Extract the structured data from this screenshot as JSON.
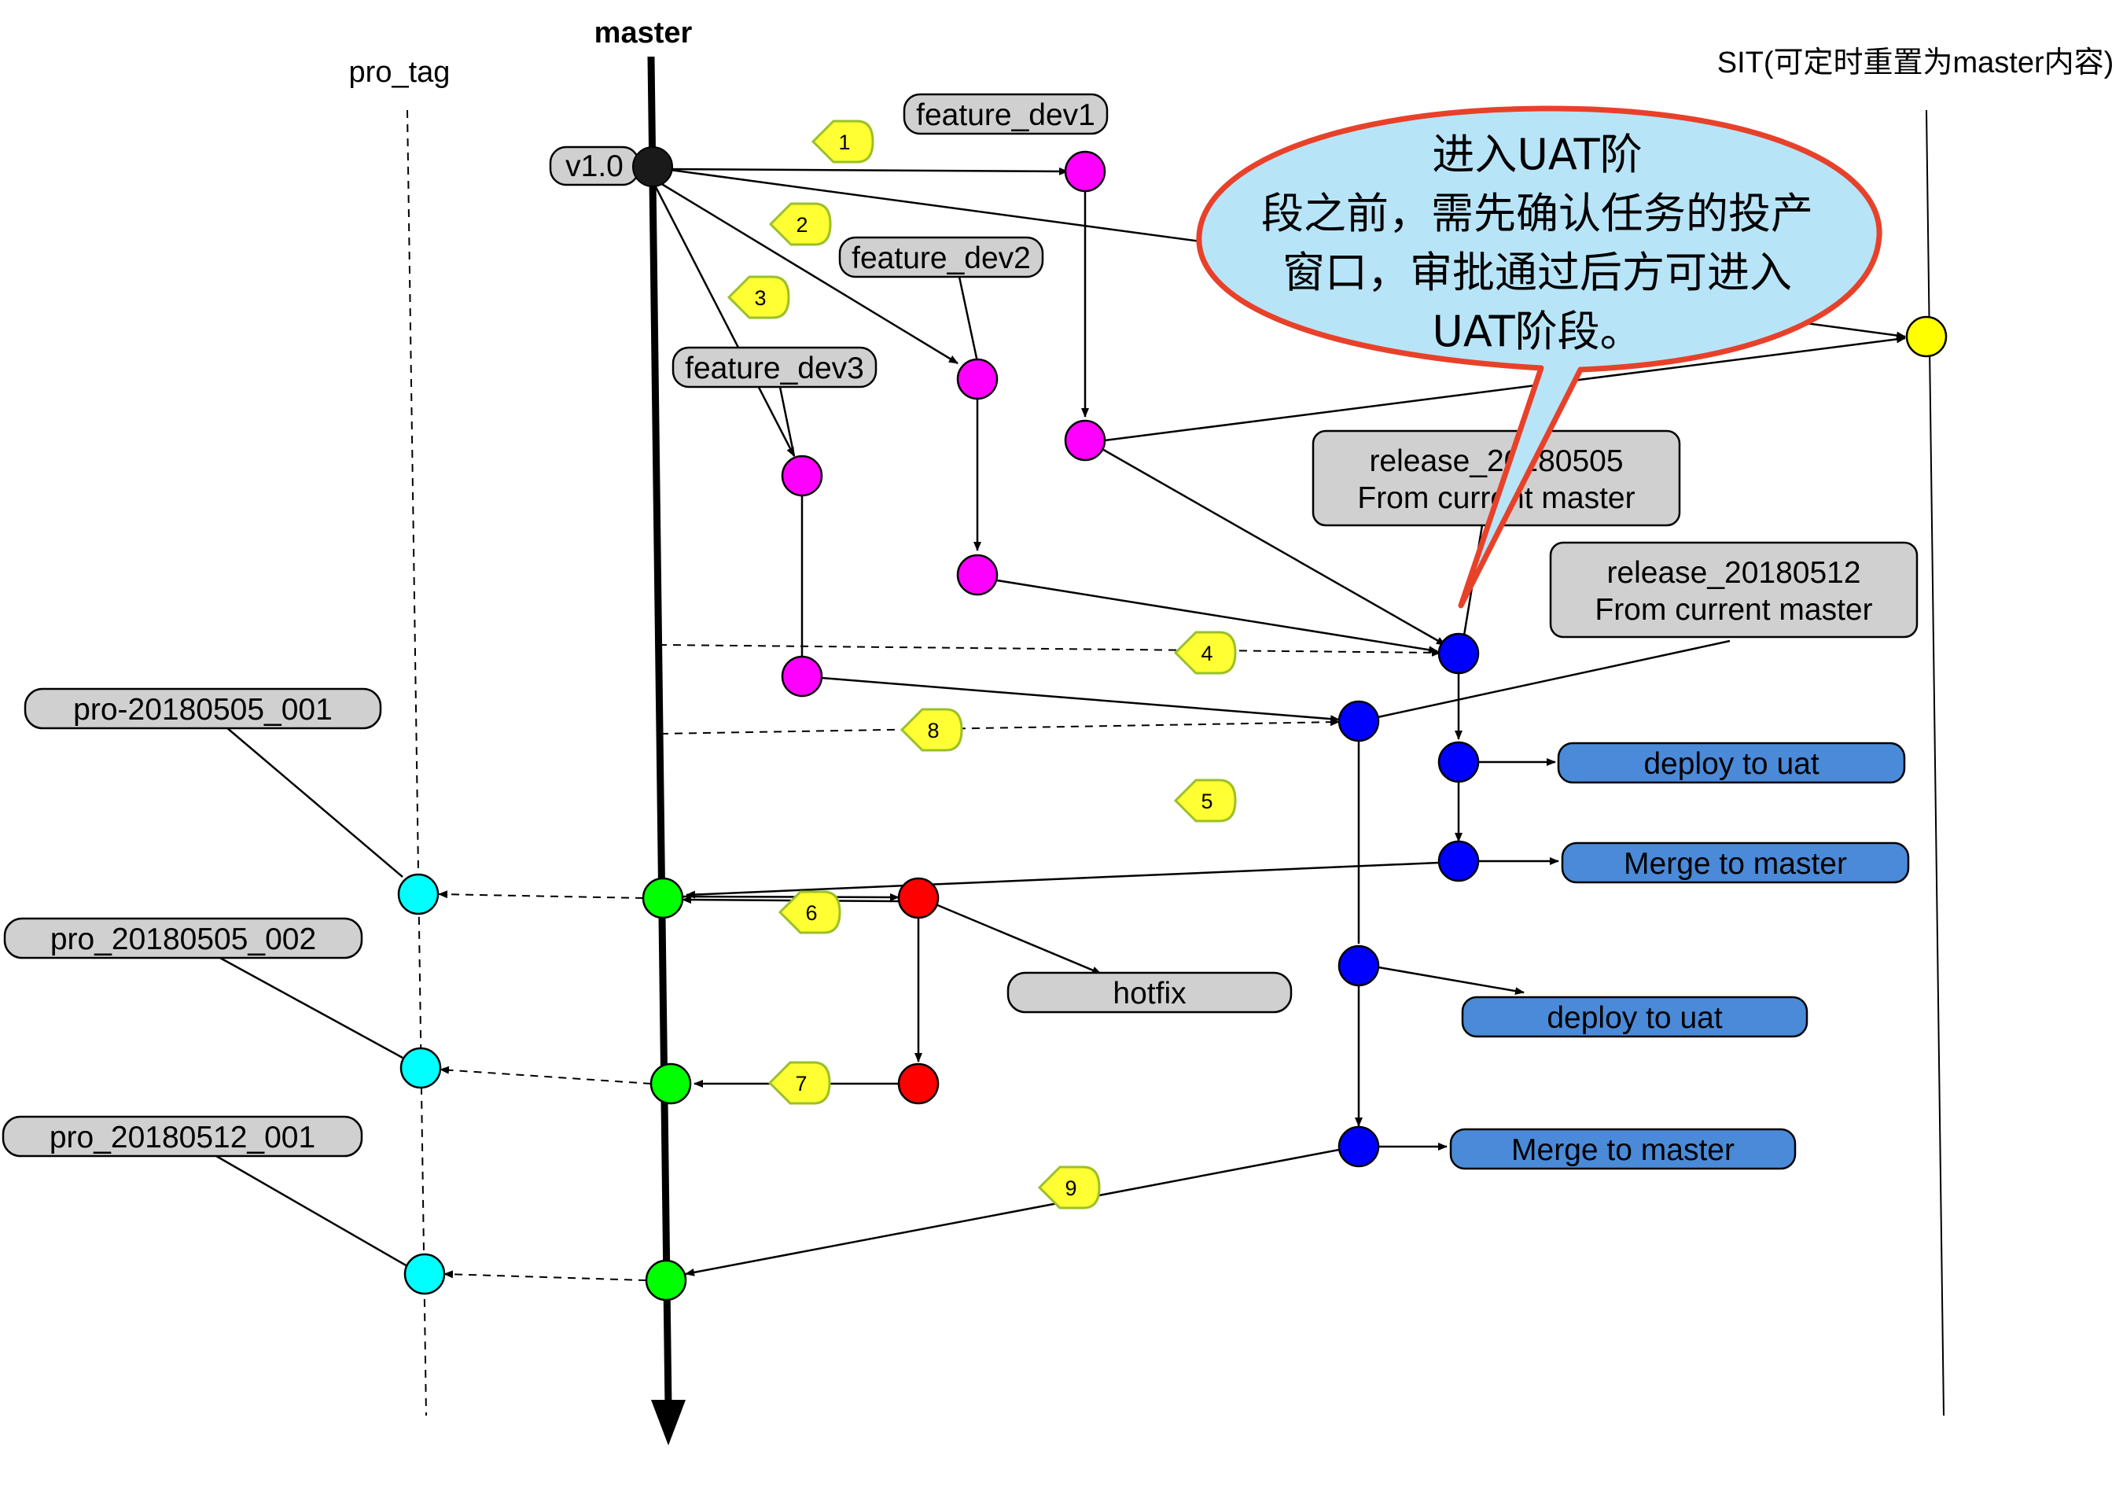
{
  "lanes": {
    "master": "master",
    "pro_tag": "pro_tag",
    "sit": "SIT(可定时重置为master内容)"
  },
  "labels": {
    "v1": "v1.0",
    "feature_dev1": "feature_dev1",
    "feature_dev2": "feature_dev2",
    "feature_dev3": "feature_dev3",
    "release_20180505_line1": "release_20180505",
    "release_20180505_line2": "From current master",
    "release_20180512_line1": "release_20180512",
    "release_20180512_line2": "From current master",
    "pro_20180505_001": "pro-20180505_001",
    "pro_20180505_002": "pro_20180505_002",
    "pro_20180512_001": "pro_20180512_001",
    "hotfix": "hotfix",
    "deploy_uat_1": "deploy to uat",
    "merge_master_1": "Merge to master",
    "deploy_uat_2": "deploy to uat",
    "merge_master_2": "Merge to master"
  },
  "steps": [
    "1",
    "2",
    "3",
    "4",
    "5",
    "6",
    "7",
    "8",
    "9"
  ],
  "callout": {
    "line1": "进入UAT阶",
    "line2": "段之前，需先确认任务的投产",
    "line3": "窗口，审批通过后方可进入",
    "line4": "UAT阶段。"
  },
  "colors": {
    "feature": "#ff00ff",
    "release": "#0000ff",
    "master_release": "#00ff00",
    "hotfix": "#ff0000",
    "tag": "#00ffff",
    "sit": "#ffff00",
    "action_box": "#4a8ad8",
    "label_box": "#d0d0d0",
    "callout_fill": "#b8e4f8",
    "callout_border": "#e8412a",
    "step_marker": "#ffff33"
  }
}
